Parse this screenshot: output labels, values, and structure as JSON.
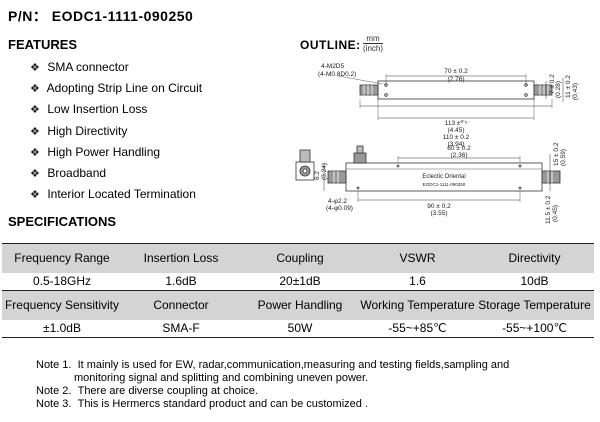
{
  "part_number": "P/N： EODC1-1111-090250",
  "features": {
    "title": "FEATURES",
    "bullet": "❖",
    "items": [
      "SMA connector",
      "Adopting Strip Line on Circuit",
      "Low Insertion Loss",
      "High Directivity",
      "High Power Handling",
      "Broadband",
      "Interior Located Termination"
    ]
  },
  "outline": {
    "title": "OUTLINE:",
    "unit_top": "mm",
    "unit_bottom": "(inch)",
    "top_view": {
      "hole_label_1": "4-M2D5",
      "hole_label_2": "(4-M0.8D0.2)",
      "dim_70": "70 ± 0.2",
      "dim_70_in": "(2.76)",
      "dim_7": "7 ± 0.2",
      "dim_7_in": "(0.28)",
      "dim_11": "11 ± 0.2",
      "dim_11_in": "(0.43)",
      "dim_113": "113 ±⁰’⁵",
      "dim_113_in": "(4.45)",
      "dim_110": "110 ± 0.2",
      "dim_110_in": "(3.94)"
    },
    "front_view": {
      "brand": "Eclectic Oriental",
      "model": "EODC1-1111-090250",
      "dim_60": "60 ± 0.2",
      "dim_60_in": "(2.36)",
      "dim_90": "90 ± 0.2",
      "dim_90_in": "(3.55)",
      "dim_6": "6.2",
      "dim_6_in": "(0.24)",
      "dim_15": "15 ± 0.2",
      "dim_15_in": "(0.59)",
      "dim_11b": "11.5 ± 0.2",
      "dim_11b_in": "(0.45)",
      "hole2_label": "4-φ2.2",
      "hole2_label_in": "(4-φ0.09)"
    }
  },
  "specifications": {
    "title": "SPECIFICATIONS",
    "rows": [
      {
        "type": "hdr",
        "cells": [
          "Frequency Range",
          "Insertion Loss",
          "Coupling",
          "VSWR",
          "Directivity"
        ]
      },
      {
        "type": "val",
        "cells": [
          "0.5-18GHz",
          "1.6dB",
          "20±1dB",
          "1.6",
          "10dB"
        ]
      },
      {
        "type": "hdr",
        "cells": [
          "Frequency Sensitivity",
          "Connector",
          "Power Handling",
          "Working Temperature",
          "Storage Temperature"
        ]
      },
      {
        "type": "val",
        "cells": [
          "±1.0dB",
          "SMA-F",
          "50W",
          "-55~+85℃",
          "-55~+100℃"
        ]
      }
    ]
  },
  "notes": [
    {
      "label": "Note 1.",
      "text": "It mainly is used for EW, radar,communication,measuring and testing fields,sampling and",
      "cont": "monitoring signal and splitting and combining uneven power."
    },
    {
      "label": "Note 2.",
      "text": "There are diverse coupling at choice."
    },
    {
      "label": "Note 3.",
      "text": "This is Hermercs standard product and can be customized ."
    }
  ]
}
